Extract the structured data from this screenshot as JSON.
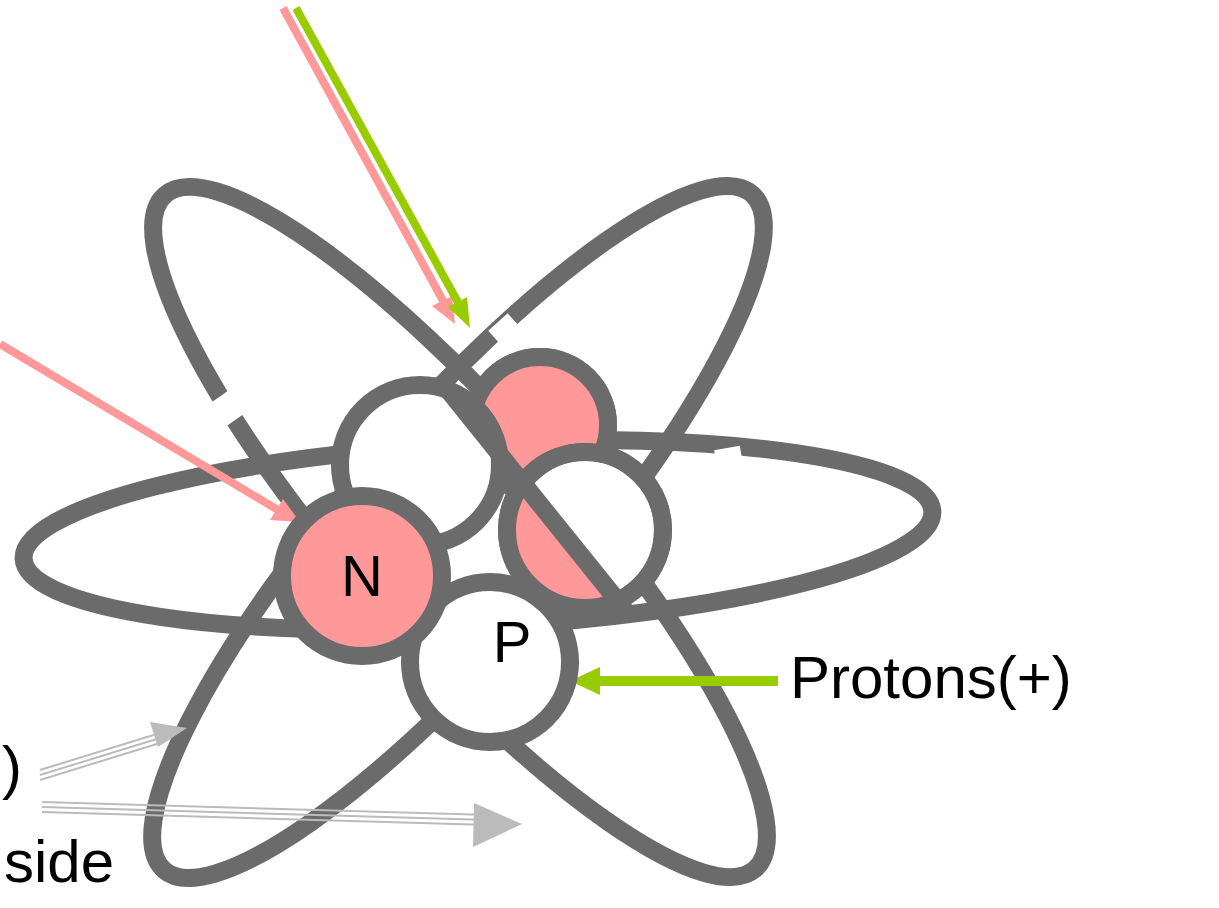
{
  "diagram": {
    "nodes": [
      {
        "text": [
          "N"
        ]
      },
      {
        "text": [
          "P"
        ]
      }
    ],
    "labels": [
      "Protons(+)",
      ")",
      "side"
    ]
  }
}
